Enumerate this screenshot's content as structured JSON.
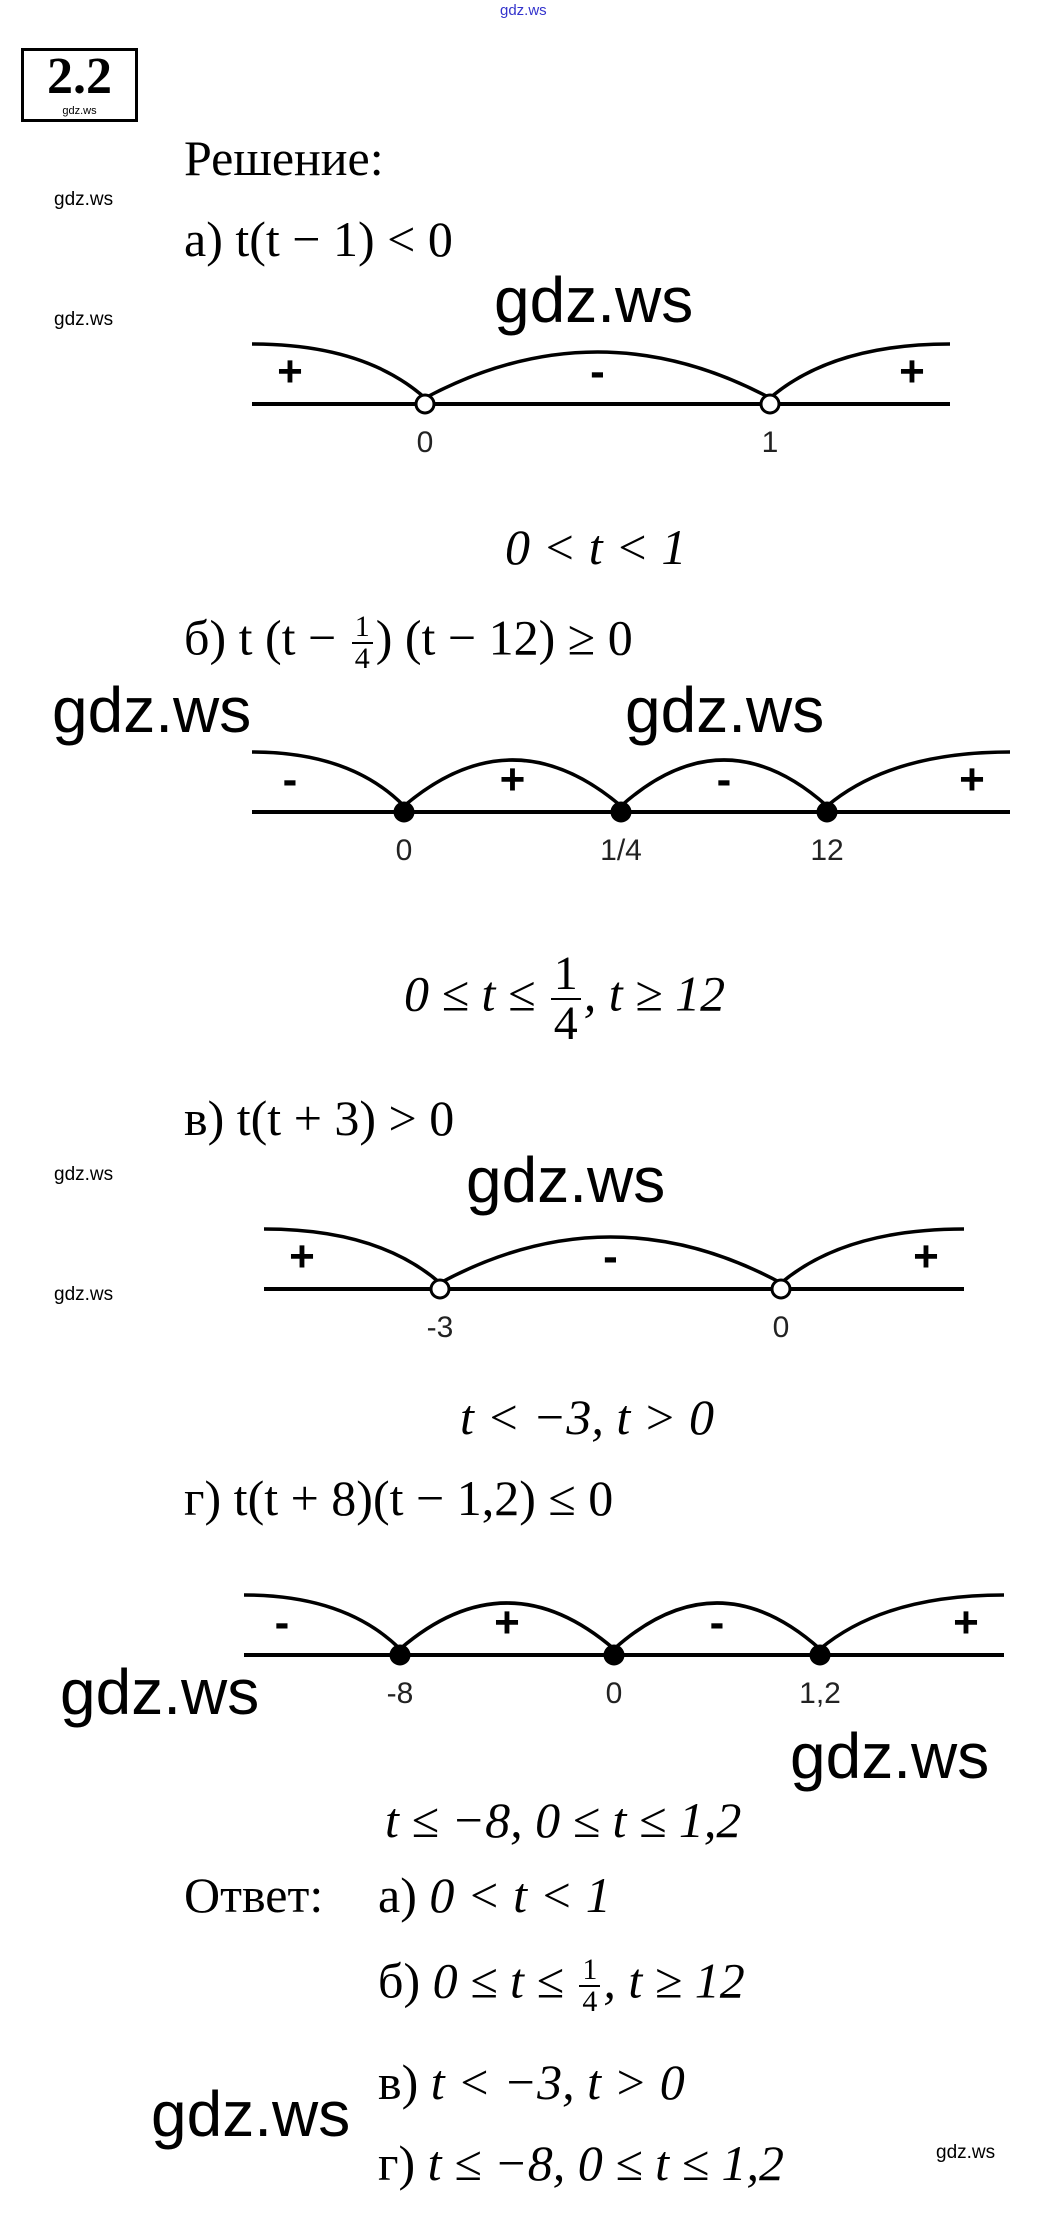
{
  "watermarks": {
    "top": "gdz.ws",
    "box": "gdz.ws",
    "small": [
      "gdz.ws",
      "gdz.ws",
      "gdz.ws",
      "gdz.ws",
      "gdz.ws"
    ],
    "big": [
      "gdz.ws",
      "gdz.ws",
      "gdz.ws",
      "gdz.ws",
      "gdz.ws",
      "gdz.ws",
      "gdz.ws"
    ]
  },
  "task_number": "2.2",
  "solution_heading": "Решение:",
  "parts": [
    {
      "label": "а)",
      "inequality": {
        "pre": "t(t − 1) < 0"
      },
      "number_line": {
        "points": [
          {
            "label": "0",
            "filled": false
          },
          {
            "label": "1",
            "filled": false
          }
        ],
        "signs": [
          "+",
          "-",
          "+"
        ]
      },
      "answer": {
        "pre": "0 < t < 1"
      }
    },
    {
      "label": "б)",
      "inequality": {
        "pre": "t (t − ",
        "frac_num": "1",
        "frac_den": "4",
        "post": ") (t − 12) ≥ 0"
      },
      "number_line": {
        "points": [
          {
            "label": "0",
            "filled": true
          },
          {
            "label": "1/4",
            "filled": true
          },
          {
            "label": "12",
            "filled": true
          }
        ],
        "signs": [
          "-",
          "+",
          "-",
          "+"
        ]
      },
      "answer": {
        "pre": "0 ≤ t ≤ ",
        "frac_num": "1",
        "frac_den": "4",
        "post": ", t ≥ 12"
      }
    },
    {
      "label": "в)",
      "inequality": {
        "pre": "t(t + 3) > 0"
      },
      "number_line": {
        "points": [
          {
            "label": "-3",
            "filled": false
          },
          {
            "label": "0",
            "filled": false
          }
        ],
        "signs": [
          "+",
          "-",
          "+"
        ]
      },
      "answer": {
        "pre": "t < −3, t > 0"
      }
    },
    {
      "label": "г)",
      "inequality": {
        "pre": "t(t + 8)(t − 1,2) ≤ 0"
      },
      "number_line": {
        "points": [
          {
            "label": "-8",
            "filled": true
          },
          {
            "label": "0",
            "filled": true
          },
          {
            "label": "1,2",
            "filled": true
          }
        ],
        "signs": [
          "-",
          "+",
          "-",
          "+"
        ]
      },
      "answer": {
        "pre": "t ≤ −8, 0 ≤ t ≤ 1,2"
      }
    }
  ],
  "final_answer": {
    "heading": "Ответ:",
    "items": [
      {
        "label": "а)",
        "pre": "0 < t < 1"
      },
      {
        "label": "б)",
        "pre": "0 ≤ t ≤ ",
        "frac_num": "1",
        "frac_den": "4",
        "post": ", t ≥ 12"
      },
      {
        "label": "в)",
        "pre": "t < −3, t > 0"
      },
      {
        "label": "г)",
        "pre": "t ≤ −8, 0 ≤ t ≤ 1,2"
      }
    ]
  }
}
